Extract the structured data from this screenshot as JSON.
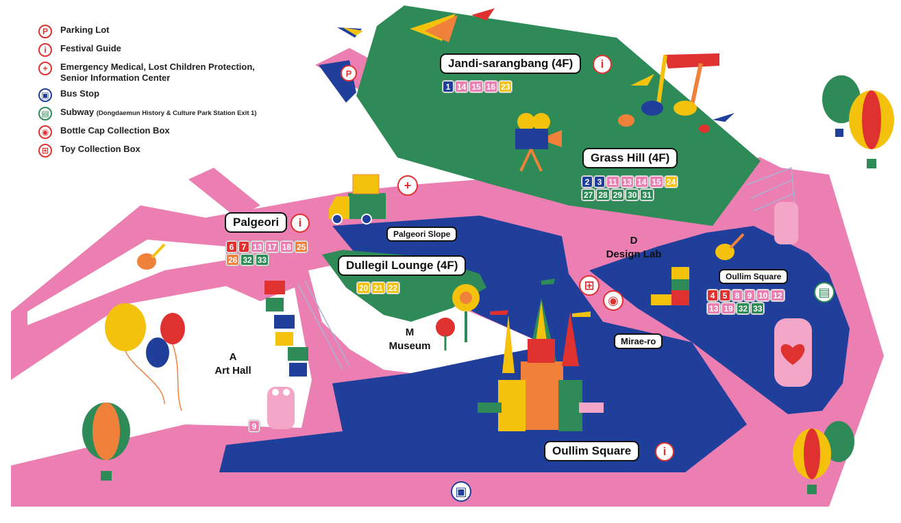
{
  "colors": {
    "pink": "#ec7fb2",
    "blue": "#1f3f9a",
    "green": "#2e8b57",
    "red": "#e03131",
    "yellow": "#f4c20d",
    "orange": "#f0813a",
    "lightpink": "#f3a6c8"
  },
  "legend": [
    {
      "icon": "parking-icon",
      "symbol": "P",
      "color": "red",
      "label": "Parking Lot"
    },
    {
      "icon": "info-icon",
      "symbol": "i",
      "color": "red",
      "label": "Festival Guide"
    },
    {
      "icon": "medical-icon",
      "symbol": "+",
      "color": "red",
      "label": "Emergency Medical, Lost Children Protection, Senior Information Center"
    },
    {
      "icon": "bus-icon",
      "symbol": "▣",
      "color": "blue",
      "label": "Bus Stop"
    },
    {
      "icon": "subway-icon",
      "symbol": "▤",
      "color": "green",
      "label": "Subway",
      "note": "(Dongdaemun History & Culture Park Station Exit 1)"
    },
    {
      "icon": "bottle-cap-icon",
      "symbol": "◉",
      "color": "red",
      "label": "Bottle Cap Collection Box"
    },
    {
      "icon": "toy-icon",
      "symbol": "⊞",
      "color": "red",
      "label": "Toy Collection Box"
    }
  ],
  "places": {
    "jandi": {
      "label": "Jandi-sarangbang (4F)",
      "badges": [
        [
          "1",
          "blue"
        ],
        [
          "14",
          "pink"
        ],
        [
          "15",
          "pink"
        ],
        [
          "16",
          "pink"
        ],
        [
          "23",
          "yellow"
        ]
      ]
    },
    "grass": {
      "label": "Grass Hill (4F)",
      "badges": [
        [
          "2",
          "blue"
        ],
        [
          "3",
          "blue"
        ],
        [
          "11",
          "pink"
        ],
        [
          "13",
          "pink"
        ],
        [
          "14",
          "pink"
        ],
        [
          "15",
          "pink"
        ],
        [
          "24",
          "yellow"
        ],
        [
          "27",
          "green"
        ],
        [
          "28",
          "green"
        ],
        [
          "29",
          "green"
        ],
        [
          "30",
          "green"
        ],
        [
          "31",
          "green"
        ]
      ]
    },
    "palgeori": {
      "label": "Palgeori",
      "badges": [
        [
          "6",
          "red"
        ],
        [
          "7",
          "red"
        ],
        [
          "13",
          "pink"
        ],
        [
          "17",
          "pink"
        ],
        [
          "18",
          "pink"
        ],
        [
          "25",
          "orange"
        ],
        [
          "26",
          "orange"
        ],
        [
          "32",
          "green"
        ],
        [
          "33",
          "green"
        ]
      ]
    },
    "palgeori_slope": {
      "label": "Palgeori Slope"
    },
    "dullegil": {
      "label": "Dullegil Lounge (4F)",
      "badges": [
        [
          "20",
          "yellow"
        ],
        [
          "21",
          "yellow"
        ],
        [
          "22",
          "yellow"
        ]
      ]
    },
    "oullim_small": {
      "label": "Oullim Square",
      "badges": [
        [
          "4",
          "red"
        ],
        [
          "5",
          "red"
        ],
        [
          "8",
          "pink"
        ],
        [
          "9",
          "pink"
        ],
        [
          "10",
          "pink"
        ],
        [
          "12",
          "pink"
        ],
        [
          "13",
          "pink"
        ],
        [
          "19",
          "pink"
        ],
        [
          "32",
          "green"
        ],
        [
          "33",
          "green"
        ]
      ]
    },
    "oullim_big": {
      "label": "Oullim Square"
    },
    "mirae": {
      "label": "Mirae-ro"
    },
    "art_hall_badge": {
      "badges": [
        [
          "9",
          "pink"
        ]
      ]
    }
  },
  "zones": {
    "design_lab": {
      "letter": "D",
      "name": "Design Lab"
    },
    "museum": {
      "letter": "M",
      "name": "Museum"
    },
    "art_hall": {
      "letter": "A",
      "name": "Art Hall"
    }
  },
  "map_icons": {
    "info": "i",
    "parking": "P",
    "medical": "+",
    "bus": "▣",
    "subway": "▤",
    "toy": "⊞",
    "bottle_cap": "◉"
  }
}
